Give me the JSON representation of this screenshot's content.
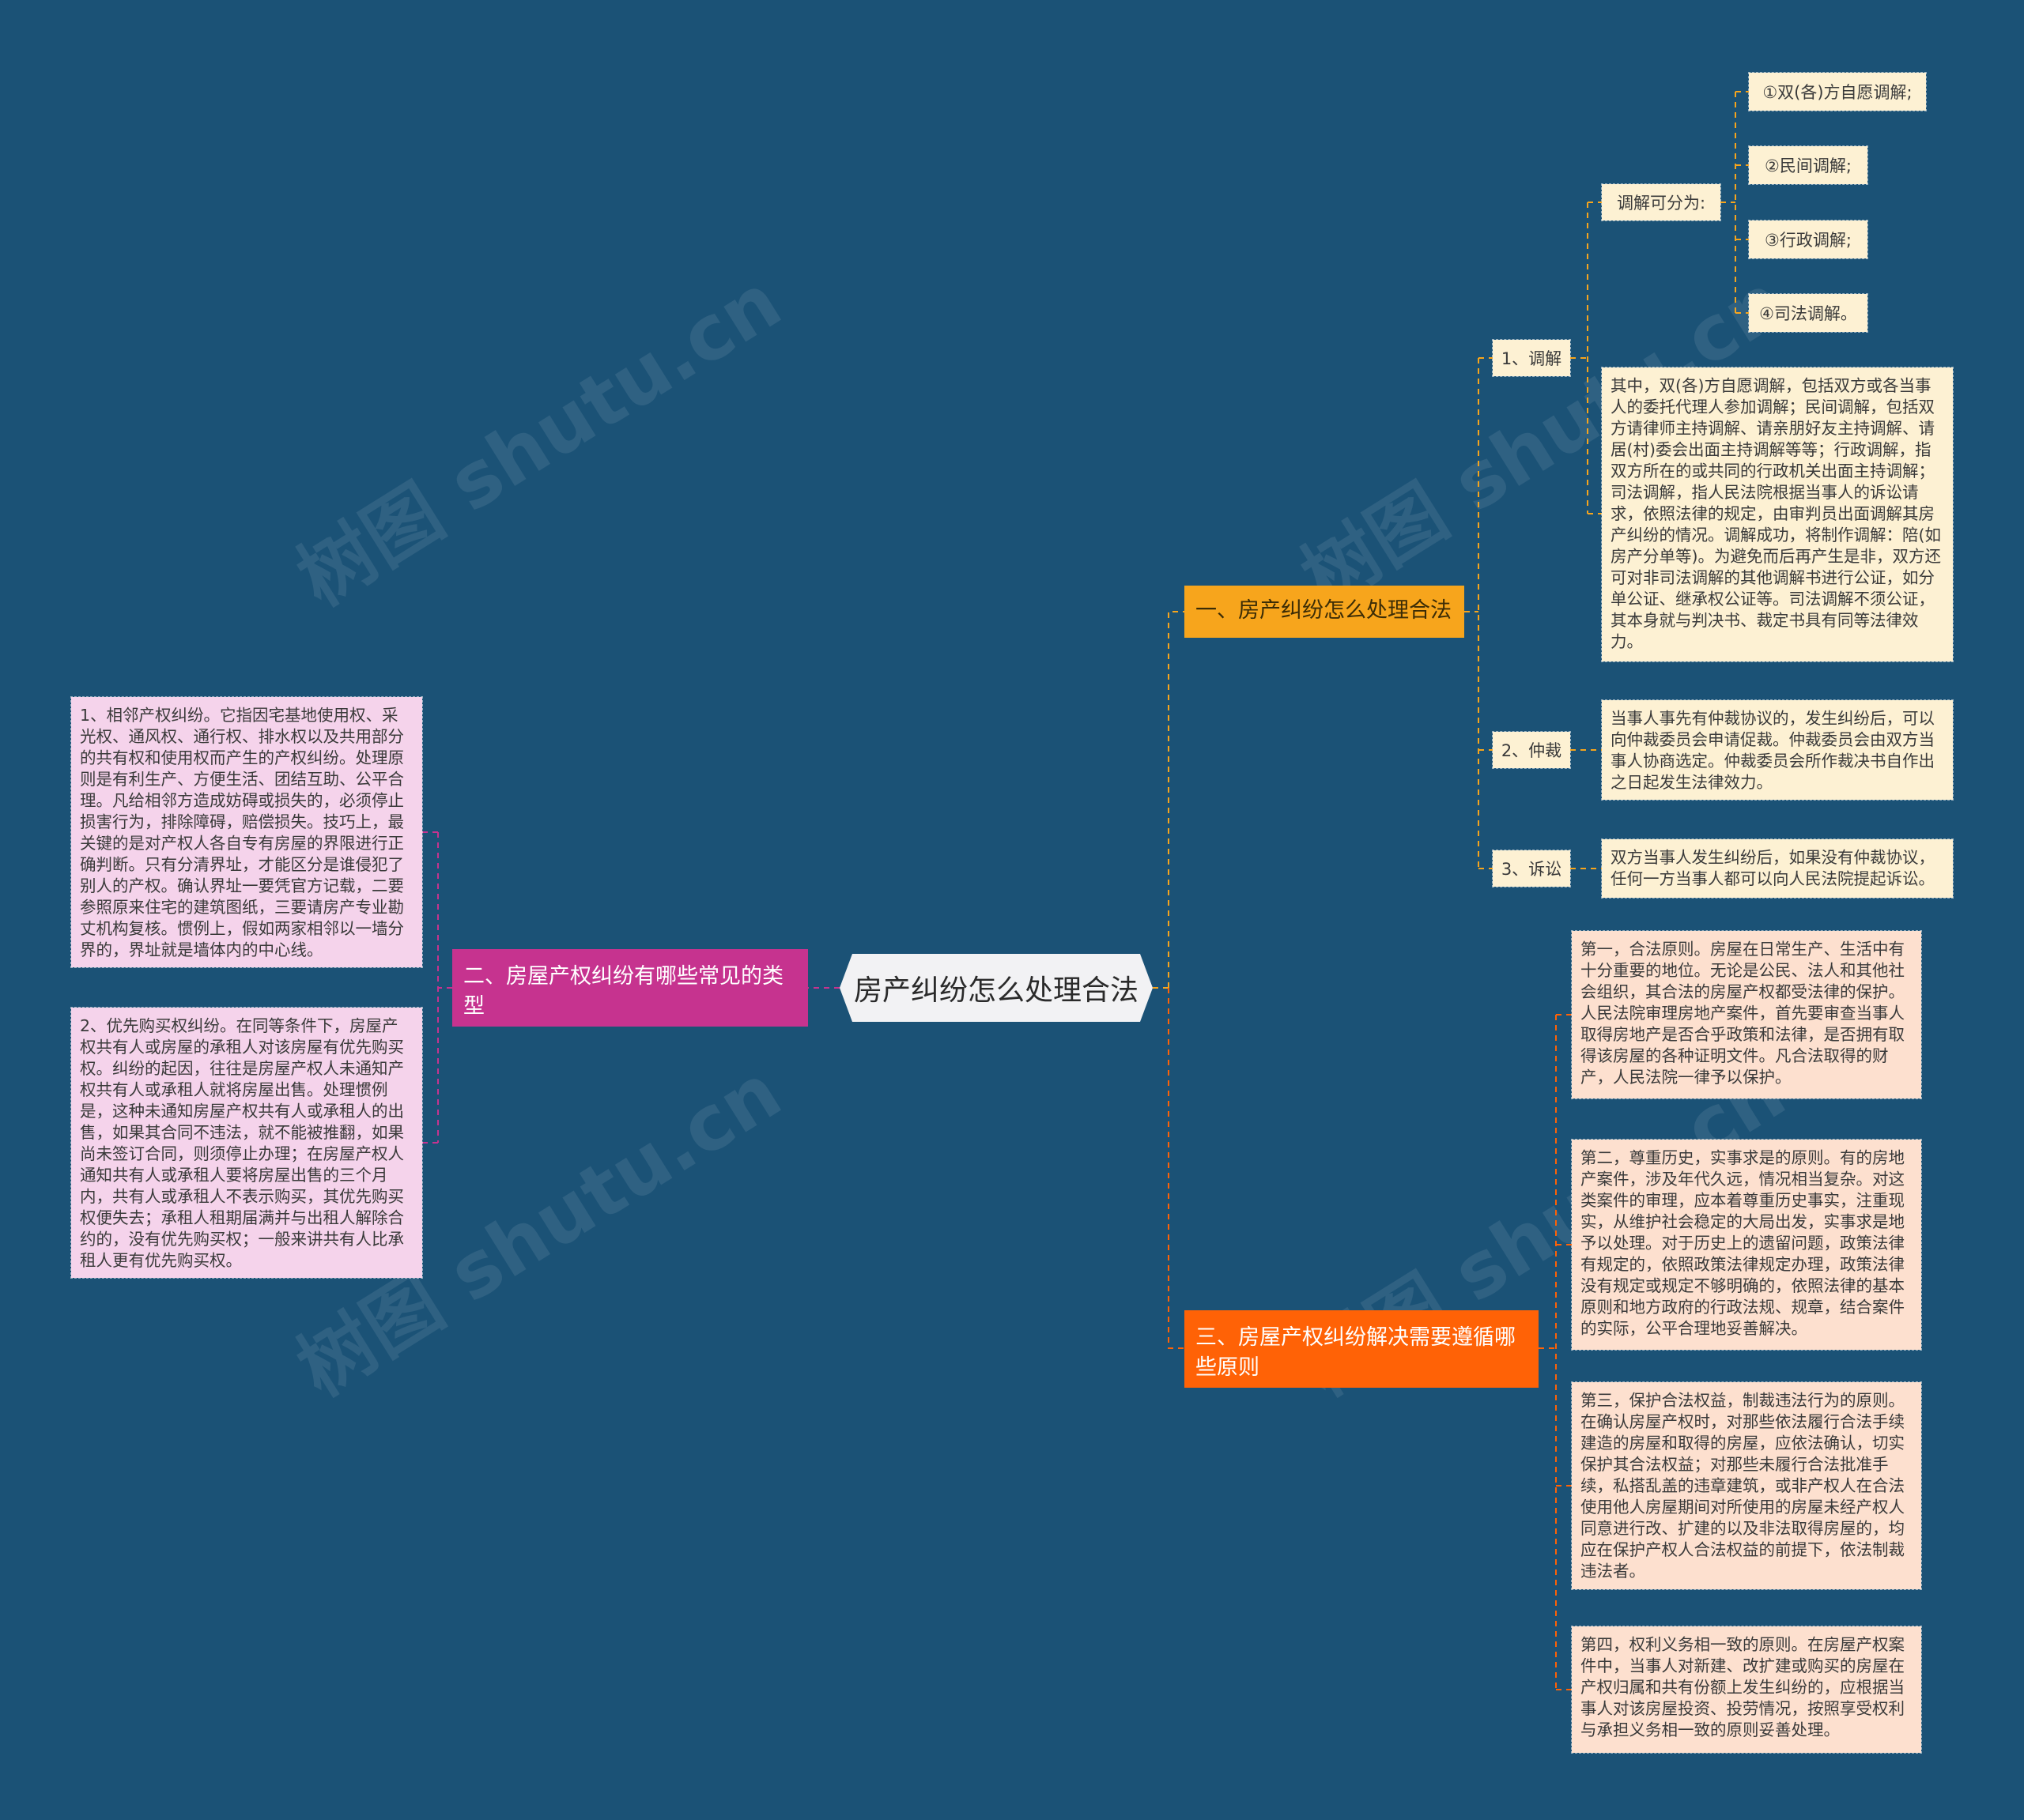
{
  "root": "房产纠纷怎么处理合法",
  "branch1": {
    "title": "一、房产纠纷怎么处理合法",
    "mediation": {
      "title": "1、调解",
      "types_title": "调解可分为:",
      "types": [
        "①双(各)方自愿调解;",
        "②民间调解;",
        "③行政调解;",
        "④司法调解。"
      ],
      "detail": "其中，双(各)方自愿调解，包括双方或各当事人的委托代理人参加调解；民间调解，包括双方请律师主持调解、请亲朋好友主持调解、请居(村)委会出面主持调解等等；行政调解，指双方所在的或共同的行政机关出面主持调解；司法调解，指人民法院根据当事人的诉讼请求，依照法律的规定，由审判员出面调解其房产纠纷的情况。调解成功，将制作调解：陪(如房产分单等)。为避免而后再产生是非，双方还可对非司法调解的其他调解书进行公证，如分单公证、继承权公证等。司法调解不须公证，其本身就与判决书、裁定书具有同等法律效力。"
    },
    "arbitration": {
      "title": "2、仲裁",
      "detail": "当事人事先有仲裁协议的，发生纠纷后，可以向仲裁委员会申请促裁。仲裁委员会由双方当事人协商选定。仲裁委员会所作裁决书自作出之日起发生法律效力。"
    },
    "litigation": {
      "title": "3、诉讼",
      "detail": "双方当事人发生纠纷后，如果没有仲裁协议，任何一方当事人都可以向人民法院提起诉讼。"
    }
  },
  "branch2": {
    "title": "二、房屋产权纠纷有哪些常见的类型",
    "items": [
      "1、相邻产权纠纷。它指因宅基地使用权、采光权、通风权、通行权、排水权以及共用部分的共有权和使用权而产生的产权纠纷。处理原则是有利生产、方便生活、团结互助、公平合理。凡给相邻方造成妨碍或损失的，必须停止损害行为，排除障碍，赔偿损失。技巧上，最关键的是对产权人各自专有房屋的界限进行正确判断。只有分清界址，才能区分是谁侵犯了别人的产权。确认界址一要凭官方记载，二要参照原来住宅的建筑图纸，三要请房产专业勘丈机构复核。惯例上，假如两家相邻以一墙分界的，界址就是墙体内的中心线。",
      "2、优先购买权纠纷。在同等条件下，房屋产权共有人或房屋的承租人对该房屋有优先购买权。纠纷的起因，往往是房屋产权人未通知产权共有人或承租人就将房屋出售。处理惯例是，这种未通知房屋产权共有人或承租人的出售，如果其合同不违法，就不能被推翻，如果尚未签订合同，则须停止办理；在房屋产权人通知共有人或承租人要将房屋出售的三个月内，共有人或承租人不表示购买，其优先购买权便失去；承租人租期届满并与出租人解除合约的，没有优先购买权；一般来讲共有人比承租人更有优先购买权。"
    ]
  },
  "branch3": {
    "title": "三、房屋产权纠纷解决需要遵循哪些原则",
    "items": [
      "第一，合法原则。房屋在日常生产、生活中有十分重要的地位。无论是公民、法人和其他社会组织，其合法的房屋产权都受法律的保护。人民法院审理房地产案件，首先要审查当事人取得房地产是否合乎政策和法律，是否拥有取得该房屋的各种证明文件。凡合法取得的财产，人民法院一律予以保护。",
      "第二，尊重历史，实事求是的原则。有的房地产案件，涉及年代久远，情况相当复杂。对这类案件的审理，应本着尊重历史事实，注重现实，从维护社会稳定的大局出发，实事求是地予以处理。对于历史上的遗留问题，政策法律有规定的，依照政策法律规定办理，政策法律没有规定或规定不够明确的，依照法律的基本原则和地方政府的行政法规、规章，结合案件的实际，公平合理地妥善解决。",
      "第三，保护合法权益，制裁违法行为的原则。在确认房屋产权时，对那些依法履行合法手续建造的房屋和取得的房屋，应依法确认，切实保护其合法权益；对那些未履行合法批准手续，私搭乱盖的违章建筑，或非产权人在合法使用他人房屋期间对所使用的房屋未经产权人同意进行改、扩建的以及非法取得房屋的，均应在保护产权人合法权益的前提下，依法制裁违法者。",
      "第四，权利义务相一致的原则。在房屋产权案件中，当事人对新建、改扩建或购买的房屋在产权归属和共有份额上发生纠纷的，应根据当事人对该房屋投资、投劳情况，按照享受权利与承担义务相一致的原则妥善处理。"
    ]
  },
  "watermark": "树图 shutu.cn",
  "colors": {
    "background": "#1b5276",
    "branch1": "#f7a51c",
    "branch2": "#c6338f",
    "branch3": "#ff6206",
    "leaf_yellow": "#fdf1d3",
    "leaf_pink": "#f5d3eb",
    "leaf_orange": "#fde0cf"
  }
}
